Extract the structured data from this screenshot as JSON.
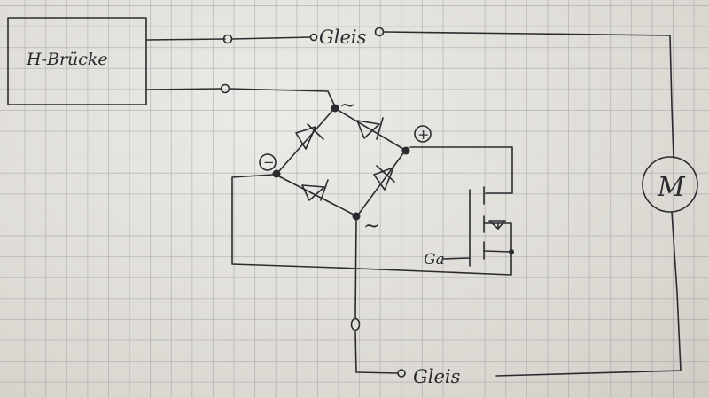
{
  "labels": {
    "h_bridge": "H-Brücke",
    "track_top": "Gleis",
    "track_bottom": "Gleis",
    "motor": "M",
    "gate": "Ga",
    "ac_top": "~",
    "ac_bottom": "~",
    "plus": "+",
    "minus": "−"
  },
  "colors": {
    "ink": "#2b2b2f",
    "paper": "#e6e3de",
    "grid": "#8c8c96"
  }
}
